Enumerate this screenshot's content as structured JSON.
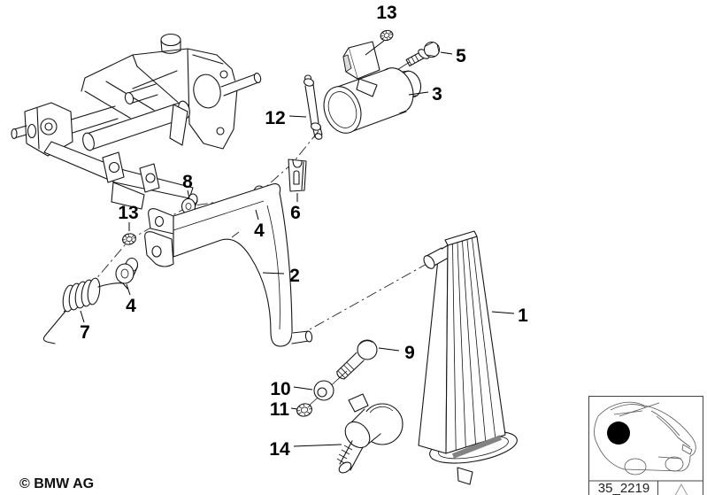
{
  "diagram": {
    "labels": {
      "l1": "1",
      "l2": "2",
      "l3": "3",
      "l4a": "4",
      "l4b": "4",
      "l5": "5",
      "l6": "6",
      "l7": "7",
      "l8": "8",
      "l9": "9",
      "l10": "10",
      "l11": "11",
      "l12": "12",
      "l13a": "13",
      "l13b": "13",
      "l14": "14"
    },
    "copyright": "© BMW AG",
    "reference": {
      "code": "35_2219"
    },
    "icons": {
      "location_thumbnail": "car-rear-quarter-outline-icon",
      "location_marker": "filled-circle-marker-icon",
      "corner_symbol": "triangle-outline-icon"
    }
  }
}
